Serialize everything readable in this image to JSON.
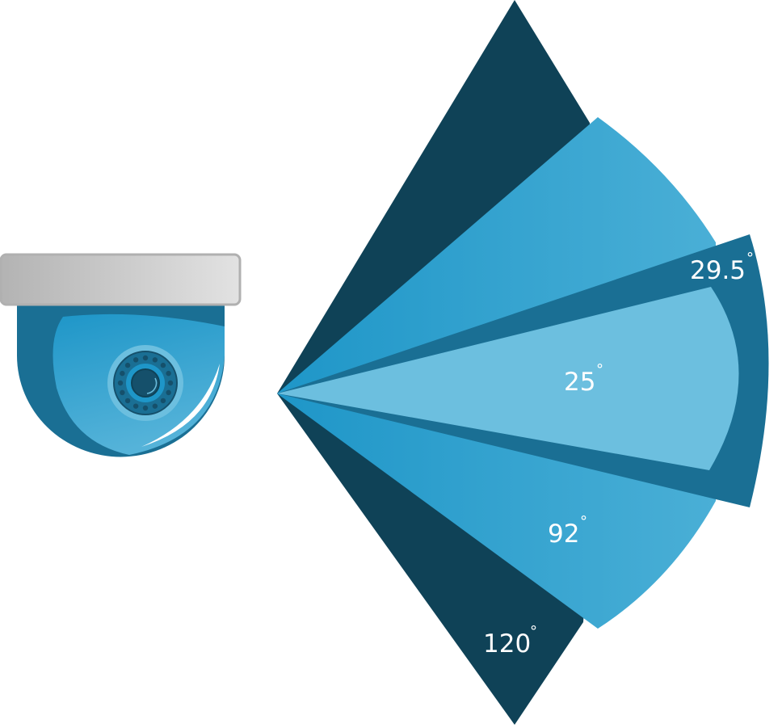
{
  "labels": {
    "fov_120": "120",
    "fov_92": "92",
    "fov_29_5": "29.5",
    "fov_25": "25",
    "degree": "°"
  },
  "colors": {
    "dark_navy": "#0f4257",
    "mid_blue": "#1a6f94",
    "bright_blue": "#2aa0cf",
    "light_blue": "#6cbfdf",
    "mount_gray": "#c4c4c4"
  },
  "icons": [
    "dome-camera-icon"
  ]
}
